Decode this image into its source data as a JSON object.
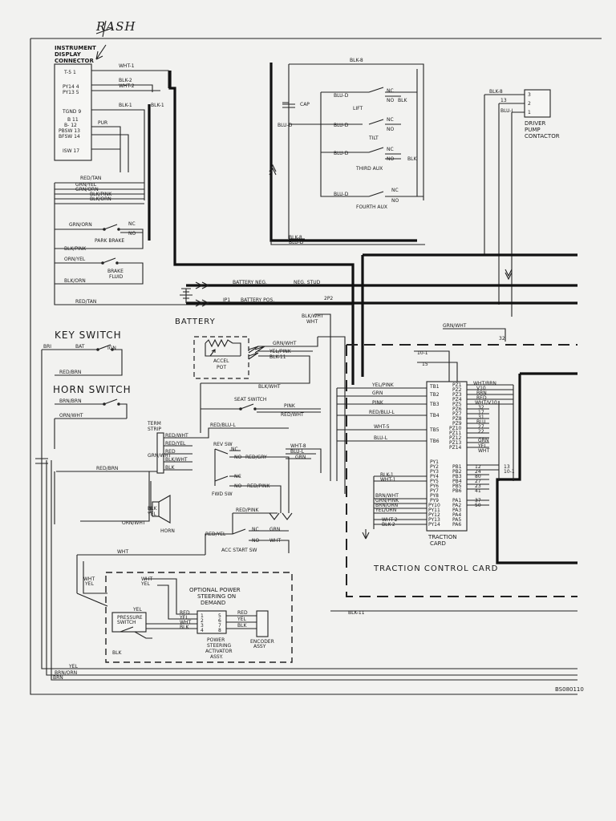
{
  "handwritten": "RASH",
  "document_id": "BS080110",
  "connector": {
    "title_lines": [
      "INSTRUMENT",
      "DISPLAY",
      "CONNECTOR"
    ],
    "pins": [
      "T-5 1",
      "PY14 4",
      "PY13 5",
      "TGND 9",
      "B 11",
      "B- 12",
      "PBSW 13",
      "BFSW 14",
      "ISW 17"
    ]
  },
  "top_wires": [
    "WHT-1",
    "BLK-2",
    "WHT-2",
    "BLK-1",
    "BLK-1",
    "PUR"
  ],
  "harness_wires": [
    "RED/TAN",
    "GRN/YEL",
    "GRN/ORN",
    "BLK/PINK",
    "BLK/ORN"
  ],
  "switches": {
    "park_brake": {
      "label": "PARK BRAKE",
      "wire_in": "GRN/ORN",
      "wire_out": "BLK/PINK",
      "nc": "NC",
      "no": "NO"
    },
    "brake_fluid": {
      "label_lines": [
        "BRAKE",
        "FLUID"
      ],
      "wire_in": "ORN/YEL",
      "wire_out": "BLK/ORN"
    },
    "lift": {
      "label": "LIFT",
      "wire": "BLU-D",
      "nc": "NC",
      "no": "NO",
      "blk": "BLK"
    },
    "tilt": {
      "label": "TILT",
      "wire": "BLU-D",
      "nc": "NC",
      "no": "NO"
    },
    "third_aux": {
      "label": "THIRD AUX",
      "wire": "BLU-D",
      "nc": "NC",
      "no": "NO",
      "blk": "BLK"
    },
    "fourth_aux": {
      "label": "FOURTH AUX",
      "wire": "BLU-D",
      "nc": "NC",
      "no": "NO"
    }
  },
  "pump_labels": {
    "wire_blk8": "BLK-8",
    "cap": "CAP",
    "blu_d": "BLU-D",
    "blk8_b": "BLK-8",
    "blu_d_b": "BLU-D"
  },
  "driver_pump": {
    "pins": [
      "3",
      "2",
      "1"
    ],
    "wires": [
      "BLK-8",
      "13",
      "BLU-L"
    ],
    "label_lines": [
      "DRIVER",
      "PUMP",
      "CONTACTOR"
    ]
  },
  "battery": {
    "label": "BATTERY",
    "neg": "BATTERY NEG.",
    "pos": "BATTERY POS.",
    "stud": "NEG. STUD",
    "ip1": "IP1",
    "ip2": "2P2"
  },
  "key_switch": {
    "label": "KEY SWITCH",
    "bat": "BAT",
    "ign": "IGN",
    "left_wire": "BRI",
    "wire": "RED/BRN"
  },
  "horn_switch": {
    "label": "HORN SWITCH",
    "wires": [
      "BRN/BRN",
      "ORN/WHT"
    ]
  },
  "misc_wires": [
    "RED/TAN",
    "BLK/WHT",
    "GRN/WHT",
    "RED/BRN",
    "ORN/WHT",
    "WHT",
    "BLK-11",
    "YEL",
    "BRN/ORN",
    "BRN"
  ],
  "accel_pot": {
    "label_lines": [
      "ACCEL",
      "POT"
    ],
    "wires": [
      "GRN/WHT",
      "YEL/PINK",
      "BLK-11"
    ],
    "blk_wht": "BLK/WHT"
  },
  "seat_switch": {
    "label": "SEAT SWITCH",
    "wires": [
      "PINK",
      "RED/WHT"
    ]
  },
  "term_strip": {
    "label_lines": [
      "TERM",
      "STRIP"
    ],
    "rows": [
      "RED/WHT",
      "RED/YEL",
      "RED",
      "BLK/WHT",
      "BLK"
    ],
    "top_wire": "RED/BLU-L"
  },
  "rev_sw": {
    "label": "REV SW",
    "nc": "NC",
    "no": "NO",
    "wire": "RED/GRY",
    "wires_right": [
      "WHT-8",
      "BLU-L",
      "GRN"
    ]
  },
  "fwd_sw": {
    "label": "FWD SW",
    "nc": "NC",
    "no": "NO",
    "wire": "RED/PINK"
  },
  "acc_start": {
    "label": "ACC START SW",
    "wire_in": "RED/PINK",
    "wire_left": "RED/YEL",
    "nc": "NC",
    "no": "NO",
    "grn": "GRN",
    "wht": "WHT"
  },
  "horn": {
    "label": "HORN",
    "wires": [
      "BLK",
      "YEL"
    ]
  },
  "traction_card": {
    "title": "TRACTION CONTROL CARD",
    "card_label_lines": [
      "TRACTION",
      "CARD"
    ],
    "left_pins": [
      "TB1",
      "TB2",
      "TB3",
      "TB4",
      "TB5",
      "TB6"
    ],
    "left_wires": [
      "YEL/PINK",
      "GRN",
      "PINK",
      "RED/BLU-L",
      "WHT-5",
      "BLU-L"
    ],
    "pz_pins": [
      "PZ1",
      "PZ2",
      "PZ3",
      "PZ4",
      "PZ5",
      "PZ6",
      "PZ7",
      "PZ8",
      "PZ9",
      "PZ10",
      "PZ11",
      "PZ12",
      "PZ13",
      "PZ14"
    ],
    "pz_wires": [
      "WHT/BRN",
      "V10",
      "BRN",
      "RED",
      "WHT/V10",
      "32",
      "17",
      "31",
      "BLU",
      "27",
      "22",
      "GRN",
      "YEL",
      "WHT"
    ],
    "py_pins": [
      "PY1",
      "PY2",
      "PY3",
      "PY4",
      "PY5",
      "PY6",
      "PY7",
      "PY8",
      "PY9",
      "PY10",
      "PY11",
      "PY12",
      "PY13",
      "PY14"
    ],
    "py_wires": [
      "BLK-1",
      "WHT-1",
      "BRN/WHT",
      "GRN/PINK",
      "BRN/ORN",
      "YEL/ORN",
      "WHT-2",
      "BLK-2"
    ],
    "pb_pins": [
      "PB1",
      "PB2",
      "PB3",
      "PB4",
      "PB5",
      "PB6"
    ],
    "pb_wires": [
      "12",
      "24",
      "80",
      "27",
      "23",
      "41"
    ],
    "pa_pins": [
      "PA1",
      "PA2",
      "PA3",
      "PA4",
      "PA5",
      "PA6"
    ],
    "pa_wires": [
      "37",
      "50"
    ],
    "top_wires": [
      "10-1",
      "15",
      "32",
      "13",
      "10-1"
    ],
    "bottom_wire": "BLK-11"
  },
  "power_steering": {
    "title_lines": [
      "OPTIONAL POWER",
      "STEERING ON",
      "DEMAND"
    ],
    "pressure_lines": [
      "PRESSURE",
      "SWITCH"
    ],
    "activator_lines": [
      "POWER",
      "STEERING",
      "ACTIVATOR",
      "ASSY."
    ],
    "pins": [
      "1",
      "2",
      "3",
      "4",
      "5",
      "6",
      "7",
      "8"
    ],
    "wires_left": [
      "RED",
      "YEL",
      "WHT",
      "BLK"
    ],
    "wires_right": [
      "RED",
      "YEL",
      "BLK"
    ],
    "wire_labels": [
      "WHT",
      "YEL",
      "YEL",
      "BLK"
    ],
    "encoder_lines": [
      "ENCODER",
      "ASSY"
    ]
  }
}
